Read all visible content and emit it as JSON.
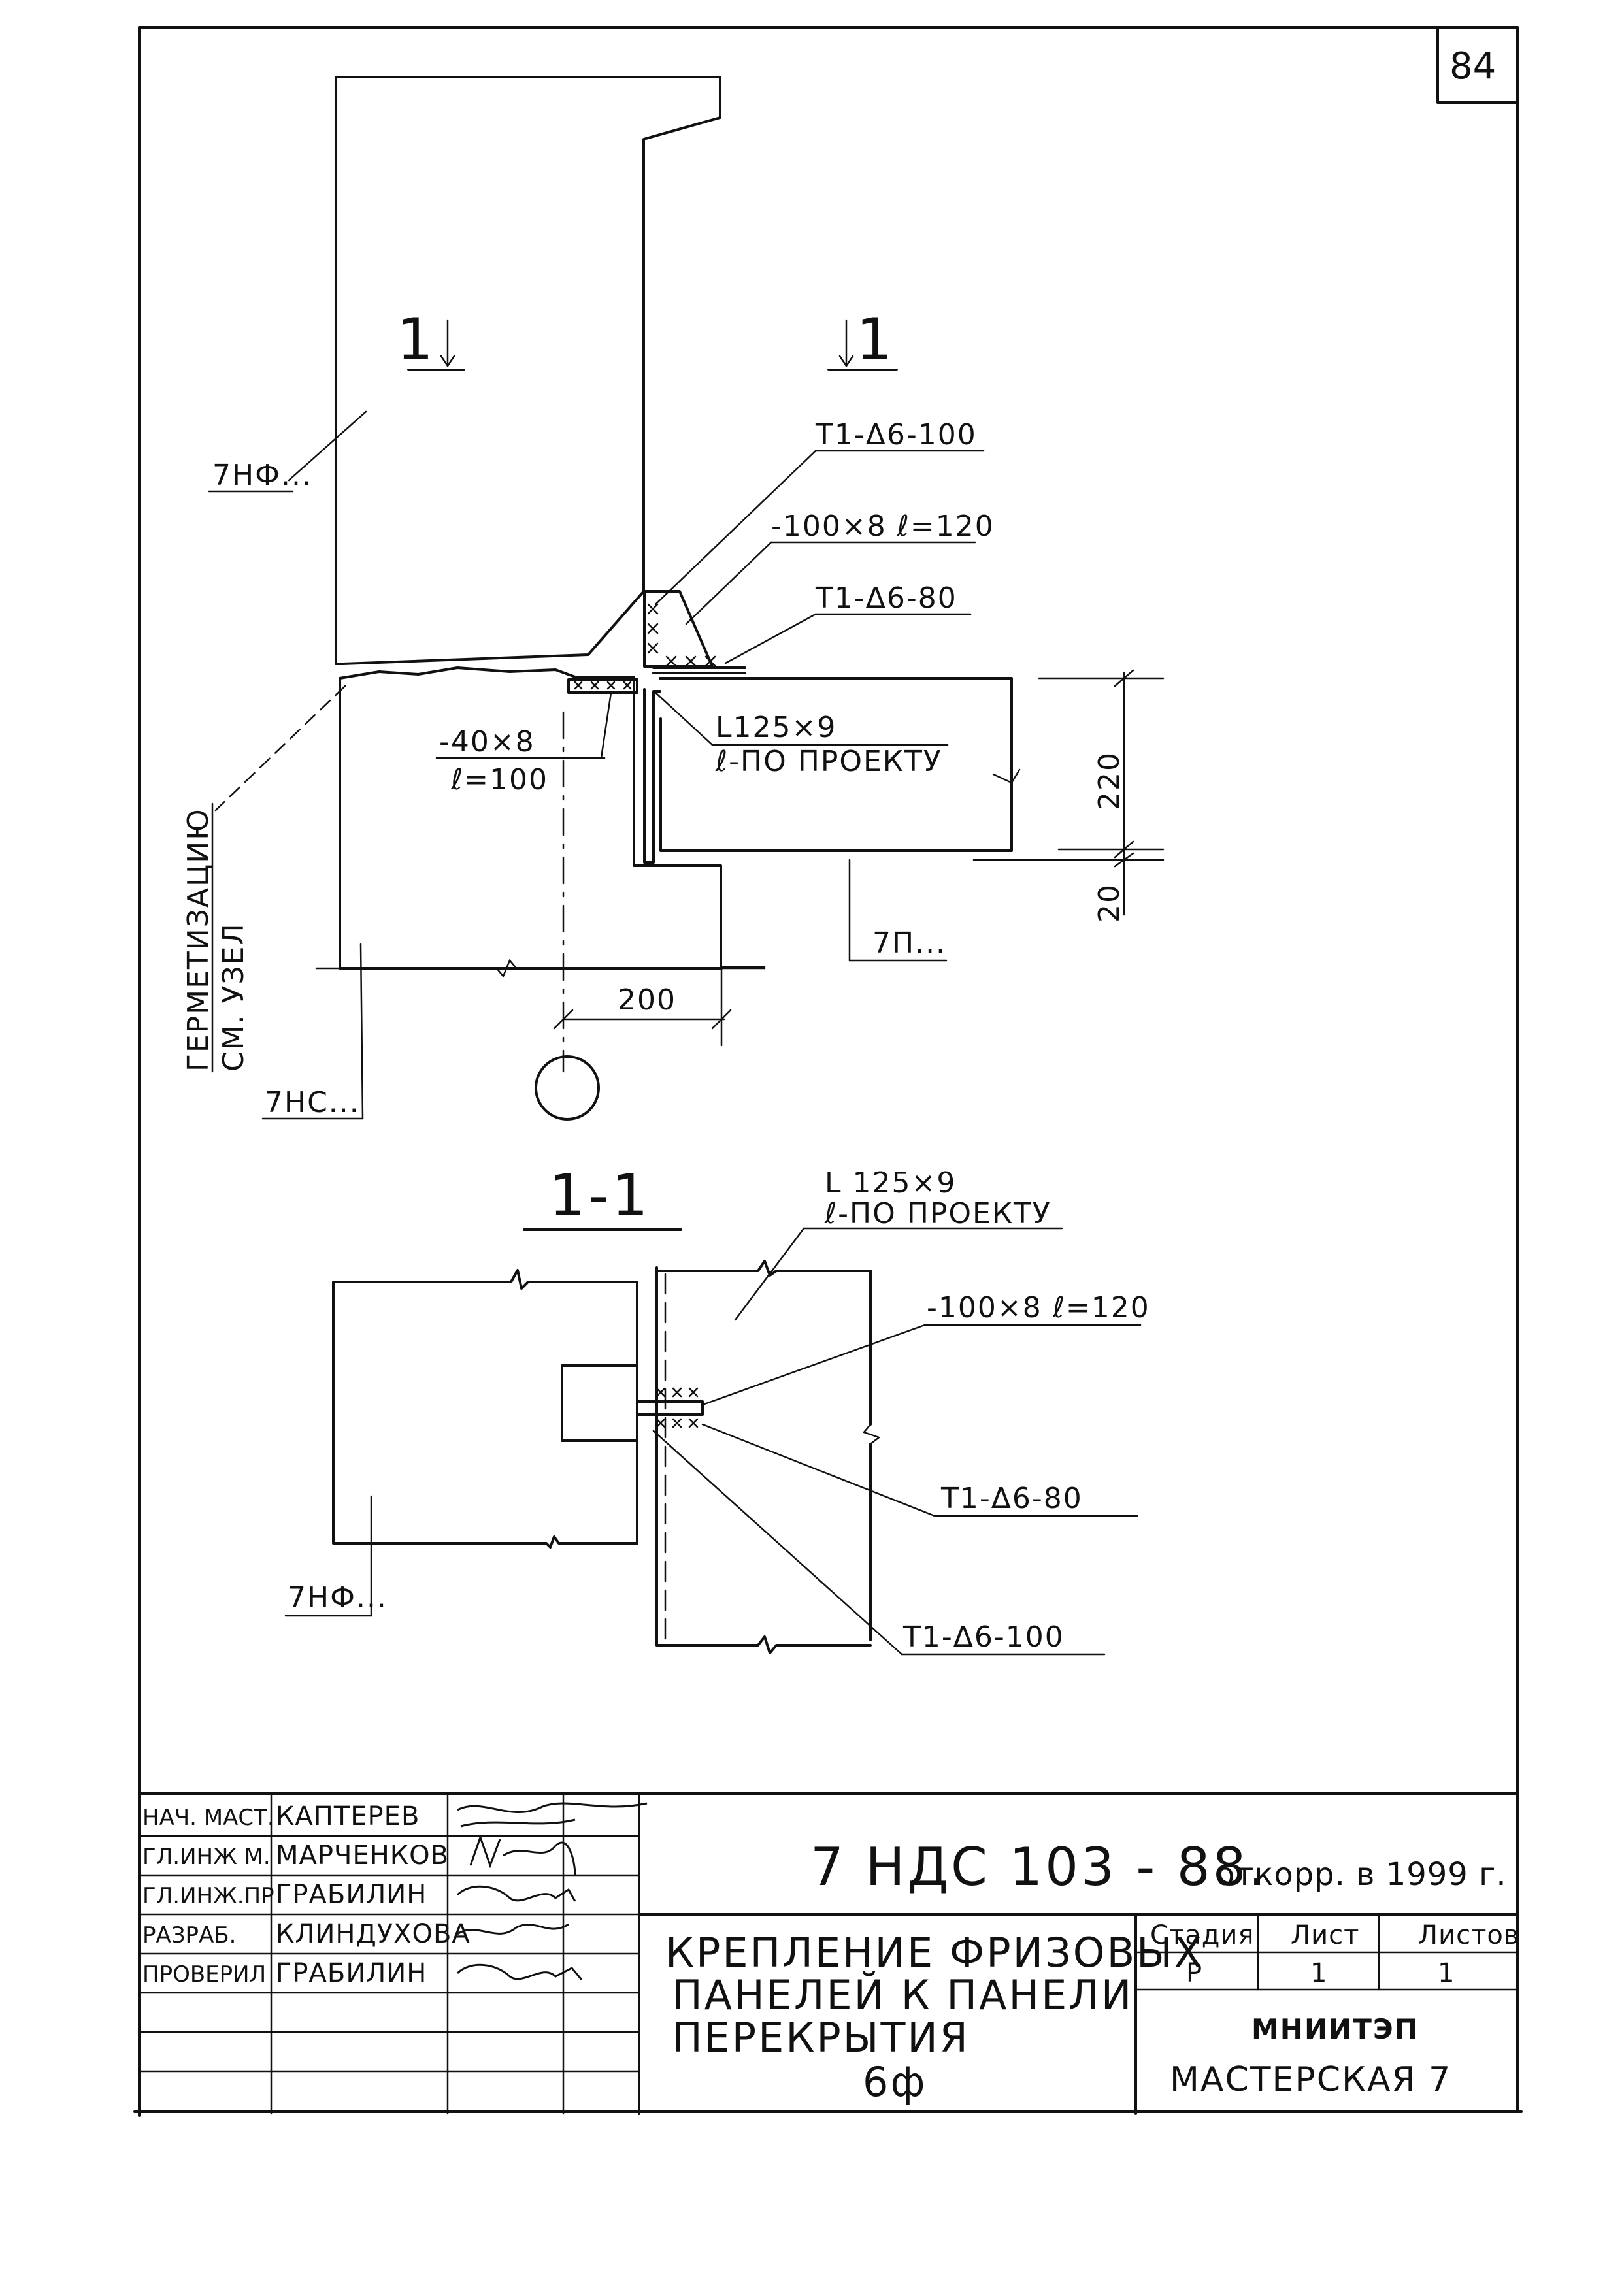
{
  "sheet": {
    "page_number": "84"
  },
  "plan_view": {
    "section_marker_left": "1",
    "section_marker_right": "1",
    "label_frieze_panel": "7НФ...",
    "label_weld_1": "Т1-Δ6-100",
    "label_plate_1": "-100×8  ℓ=120",
    "label_weld_2": "Т1-Δ6-80",
    "label_angle": "L125×9",
    "label_angle_length": "ℓ-ПО ПРОЕКТУ",
    "label_plate_2_a": "-40×8",
    "label_plate_2_b": "ℓ=100",
    "label_sealing_a": "ГЕРМЕТИЗАЦИЮ",
    "label_sealing_b": "СМ. УЗЕЛ",
    "label_floor_panel": "7П...",
    "label_wall_panel": "7НС...",
    "dim_220": "220",
    "dim_20": "20",
    "dim_200": "200"
  },
  "section_view": {
    "title": "1-1",
    "label_angle": "L 125×9",
    "label_angle_length": "ℓ-ПО ПРОЕКТУ",
    "label_plate": "-100×8  ℓ=120",
    "label_weld_1": "Т1-Δ6-80",
    "label_weld_2": "Т1-Δ6-100",
    "label_frieze_panel": "7НФ..."
  },
  "title_block": {
    "document_code": "7 НДС  103 - 88.",
    "document_note": "откорр. в 1999 г.",
    "title_line_1": "КРЕПЛЕНИЕ ФРИЗОВЫХ",
    "title_line_2": "ПАНЕЛЕЙ К ПАНЕЛИ",
    "title_line_3": "ПЕРЕКРЫТИЯ",
    "title_line_4": "6ф",
    "stage_header": "Стадия",
    "sheet_header": "Лист",
    "sheets_header": "Листов",
    "stage_value": "Р",
    "sheet_value": "1",
    "sheets_value": "1",
    "organization": "МНИИТЭП",
    "workshop": "МАСТЕРСКАЯ 7",
    "signatures": [
      {
        "role": "НАЧ. МАСТ.",
        "name": "КАПТЕРЕВ"
      },
      {
        "role": "ГЛ.ИНЖ М.",
        "name": "МАРЧЕНКОВ"
      },
      {
        "role": "ГЛ.ИНЖ.ПР",
        "name": "ГРАБИЛИН"
      },
      {
        "role": "РАЗРАБ.",
        "name": "КЛИНДУХОВА"
      },
      {
        "role": "ПРОВЕРИЛ",
        "name": "ГРАБИЛИН"
      }
    ]
  }
}
